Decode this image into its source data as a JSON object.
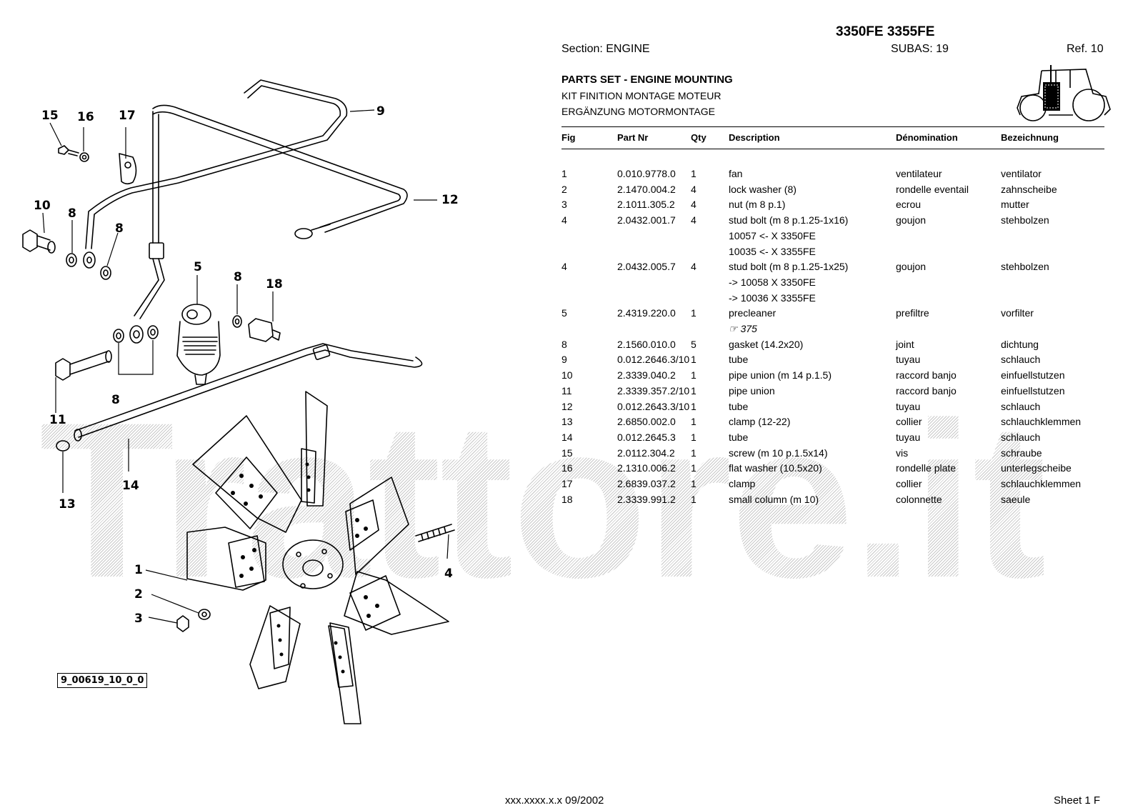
{
  "header": {
    "model": "3350FE 3355FE",
    "section": "Section: ENGINE",
    "subas": "SUBAS: 19",
    "ref": "Ref. 10",
    "title_en": "PARTS SET - ENGINE MOUNTING",
    "title_fr": "KIT FINITION MONTAGE MOTEUR",
    "title_de": "ERGÄNZUNG MOTORMONTAGE"
  },
  "table": {
    "columns": [
      "Fig",
      "Part Nr",
      "Qty",
      "Description",
      "Dénomination",
      "Bezeichnung"
    ],
    "rows": [
      {
        "fig": "1",
        "part": "0.010.9778.0",
        "qty": "1",
        "desc": "fan",
        "fr": "ventilateur",
        "de": "ventilator"
      },
      {
        "fig": "2",
        "part": "2.1470.004.2",
        "qty": "4",
        "desc": "lock washer (8)",
        "fr": "rondelle eventail",
        "de": "zahnscheibe"
      },
      {
        "fig": "3",
        "part": "2.1011.305.2",
        "qty": "4",
        "desc": "nut (m 8 p.1)",
        "fr": "ecrou",
        "de": "mutter"
      },
      {
        "fig": "4",
        "part": "2.0432.001.7",
        "qty": "4",
        "desc": "stud bolt (m 8 p.1.25-1x16)",
        "fr": "goujon",
        "de": "stehbolzen"
      },
      {
        "fig": "",
        "part": "",
        "qty": "",
        "desc": "10057 <- X 3350FE",
        "fr": "",
        "de": ""
      },
      {
        "fig": "",
        "part": "",
        "qty": "",
        "desc": "10035 <- X 3355FE",
        "fr": "",
        "de": ""
      },
      {
        "fig": "4",
        "part": "2.0432.005.7",
        "qty": "4",
        "desc": "stud bolt (m 8 p.1.25-1x25)",
        "fr": "goujon",
        "de": "stehbolzen"
      },
      {
        "fig": "",
        "part": "",
        "qty": "",
        "desc": "-> 10058 X  3350FE",
        "fr": "",
        "de": ""
      },
      {
        "fig": "",
        "part": "",
        "qty": "",
        "desc": "-> 10036 X  3355FE",
        "fr": "",
        "de": ""
      },
      {
        "fig": "5",
        "part": "2.4319.220.0",
        "qty": "1",
        "desc": "precleaner",
        "fr": "prefiltre",
        "de": "vorfilter"
      },
      {
        "fig": "",
        "part": "",
        "qty": "",
        "desc": "☞    375",
        "fr": "",
        "de": ""
      },
      {
        "fig": "8",
        "part": "2.1560.010.0",
        "qty": "5",
        "desc": "gasket (14.2x20)",
        "fr": "joint",
        "de": "dichtung"
      },
      {
        "fig": "9",
        "part": "0.012.2646.3/10",
        "qty": "1",
        "desc": "tube",
        "fr": "tuyau",
        "de": "schlauch"
      },
      {
        "fig": "10",
        "part": "2.3339.040.2",
        "qty": "1",
        "desc": "pipe union (m 14 p.1.5)",
        "fr": "raccord banjo",
        "de": "einfuellstutzen"
      },
      {
        "fig": "11",
        "part": "2.3339.357.2/10",
        "qty": "1",
        "desc": "pipe union",
        "fr": "raccord banjo",
        "de": "einfuellstutzen"
      },
      {
        "fig": "12",
        "part": "0.012.2643.3/10",
        "qty": "1",
        "desc": "tube",
        "fr": "tuyau",
        "de": "schlauch"
      },
      {
        "fig": "13",
        "part": "2.6850.002.0",
        "qty": "1",
        "desc": "clamp (12-22)",
        "fr": "collier",
        "de": "schlauchklemmen"
      },
      {
        "fig": "14",
        "part": "0.012.2645.3",
        "qty": "1",
        "desc": "tube",
        "fr": "tuyau",
        "de": "schlauch"
      },
      {
        "fig": "15",
        "part": "2.0112.304.2",
        "qty": "1",
        "desc": "screw (m 10 p.1.5x14)",
        "fr": "vis",
        "de": "schraube"
      },
      {
        "fig": "16",
        "part": "2.1310.006.2",
        "qty": "1",
        "desc": "flat washer (10.5x20)",
        "fr": "rondelle plate",
        "de": "unterlegscheibe"
      },
      {
        "fig": "17",
        "part": "2.6839.037.2",
        "qty": "1",
        "desc": "clamp",
        "fr": "collier",
        "de": "schlauchklemmen"
      },
      {
        "fig": "18",
        "part": "2.3339.991.2",
        "qty": "1",
        "desc": "small column (m 10)",
        "fr": "colonnette",
        "de": "saeule"
      }
    ]
  },
  "diagram": {
    "callouts": [
      "15",
      "16",
      "17",
      "9",
      "10",
      "8",
      "8",
      "12",
      "5",
      "8",
      "18",
      "11",
      "8",
      "14",
      "13",
      "1",
      "2",
      "3",
      "4"
    ],
    "drawing_code": "9_00619_10_0_0"
  },
  "watermark": "Trattore.it",
  "footer": {
    "code": "xxx.xxxx.x.x  09/2002",
    "sheet": "Sheet 1 F"
  }
}
